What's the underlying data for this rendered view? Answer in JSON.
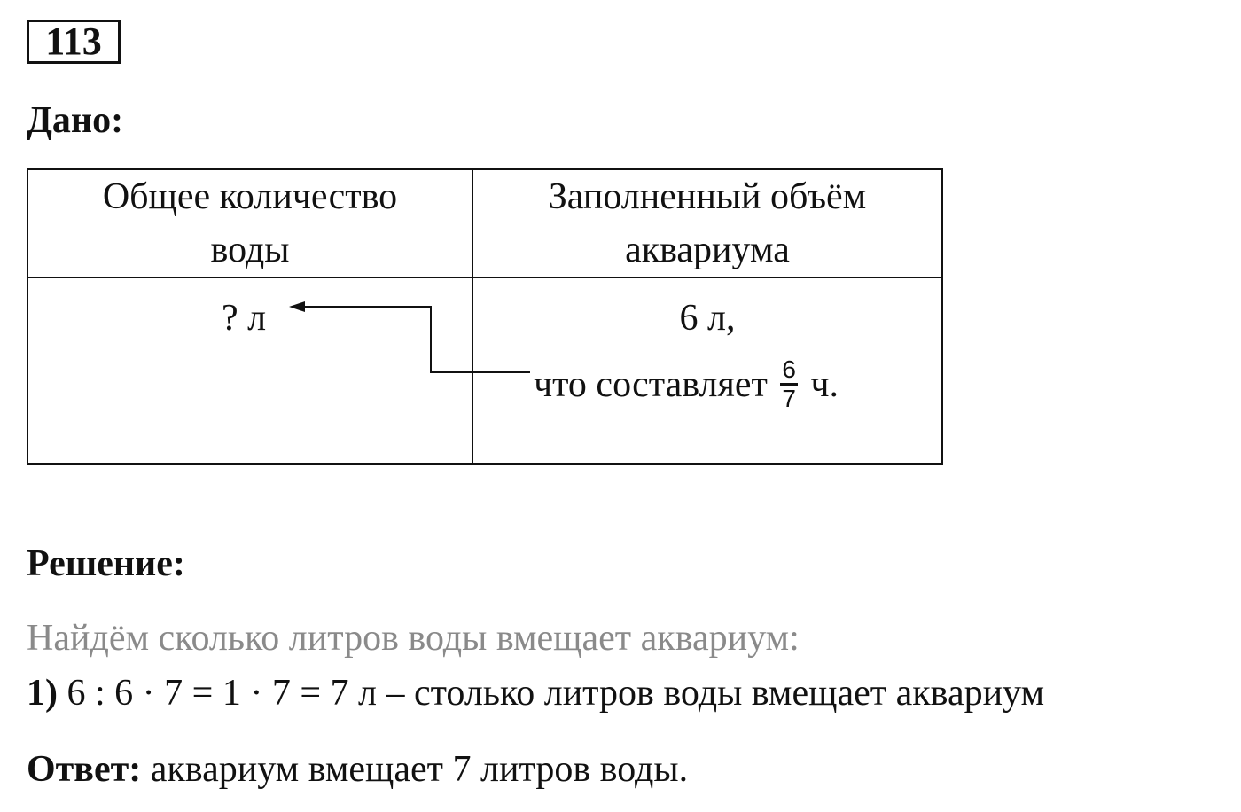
{
  "problem_number": "113",
  "given": {
    "heading": "Дано:",
    "table": {
      "col1_header_line1": "Общее количество",
      "col1_header_line2": "воды",
      "col2_header_line1": "Заполненный объём",
      "col2_header_line2": "аквариума",
      "unknown": "? л",
      "known_value": "6 л,",
      "known_part_prefix": "что составляет",
      "fraction_numerator": "6",
      "fraction_denominator": "7",
      "known_part_suffix": "ч."
    }
  },
  "solution": {
    "heading": "Решение:",
    "hint": "Найдём сколько литров воды вмещает аквариум:",
    "step_number": "1)",
    "step_text": "6 : 6 · 7 = 1 · 7 = 7 л – столько литров воды вмещает аквариум"
  },
  "answer": {
    "label": "Ответ:",
    "text": "аквариум вмещает 7 литров воды."
  }
}
